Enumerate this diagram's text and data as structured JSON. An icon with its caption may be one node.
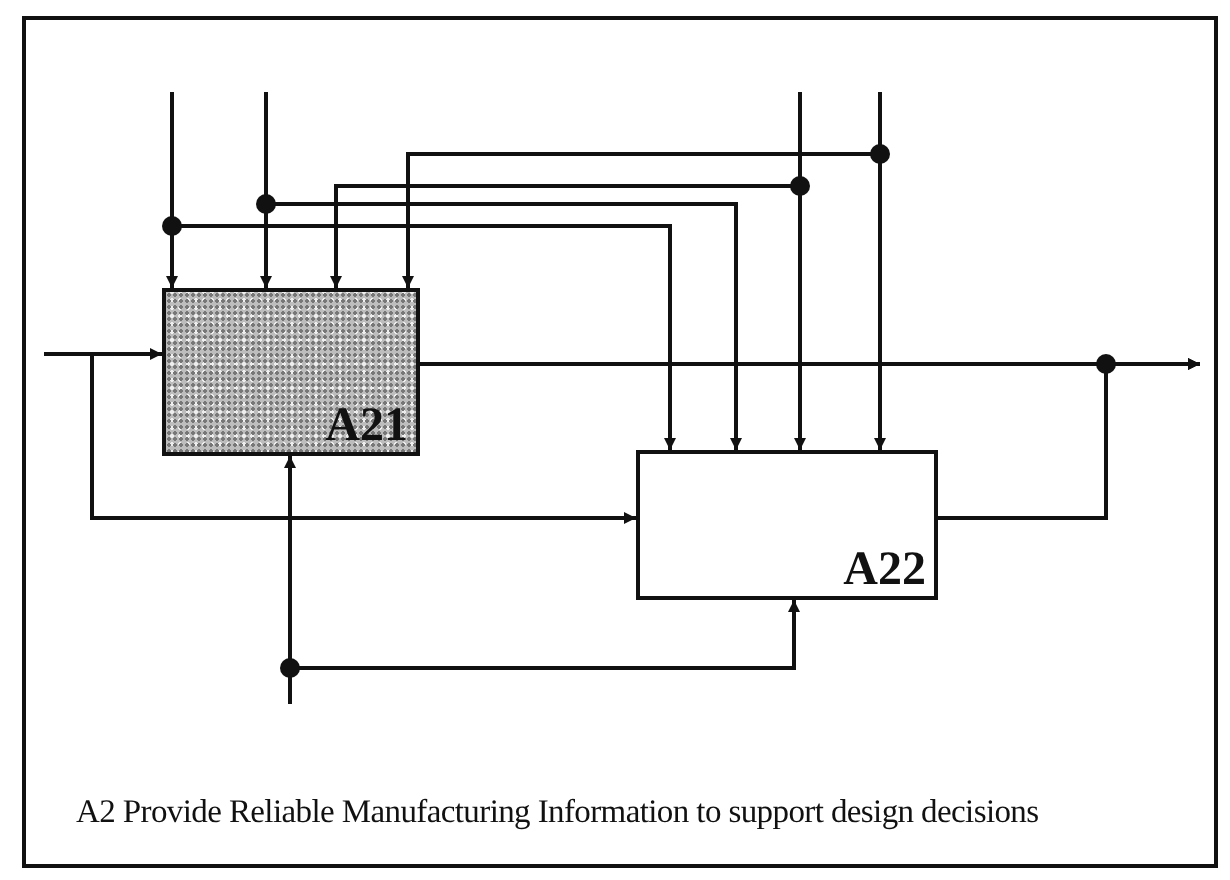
{
  "diagram": {
    "caption": "A2 Provide Reliable Manufacturing Information to support design decisions",
    "nodes": [
      {
        "text": [
          "A21"
        ]
      },
      {
        "text": [
          "A22"
        ]
      }
    ],
    "edges": [
      {
        "from": null,
        "to": 0,
        "arrow": "to"
      },
      {
        "from": null,
        "to": 1,
        "arrow": "to"
      },
      {
        "from": null,
        "to": 0,
        "arrow": "to"
      },
      {
        "from": null,
        "to": 1,
        "arrow": "to"
      },
      {
        "from": null,
        "to": 0,
        "arrow": "to"
      },
      {
        "from": null,
        "to": 1,
        "arrow": "to"
      },
      {
        "from": null,
        "to": 0,
        "arrow": "to"
      },
      {
        "from": null,
        "to": 1,
        "arrow": "to"
      },
      {
        "from": null,
        "to": 0,
        "arrow": "to"
      },
      {
        "from": null,
        "to": 1,
        "arrow": "to"
      },
      {
        "from": null,
        "to": 0,
        "arrow": "to"
      },
      {
        "from": null,
        "to": 1,
        "arrow": "to"
      },
      {
        "from": 0,
        "to": null,
        "arrow": "to"
      },
      {
        "from": 1,
        "to": null,
        "arrow": "to"
      }
    ]
  }
}
